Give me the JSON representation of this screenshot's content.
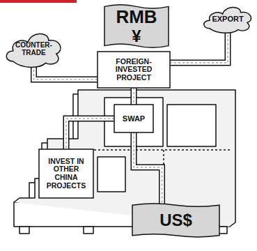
{
  "diagram": {
    "nodes": [
      {
        "text": [
          "RMB",
          "¥"
        ]
      },
      {
        "text": [
          "COUNTER-TRADE"
        ]
      },
      {
        "text": [
          "EXPORT"
        ]
      },
      {
        "text": [
          "FOREIGN-INVESTED PROJECT"
        ]
      },
      {
        "text": [
          "SWAP"
        ]
      },
      {
        "text": [
          "INVEST IN OTHER CHINA PROJECTS"
        ]
      },
      {
        "text": [
          "US$"
        ]
      }
    ],
    "edges": [
      {
        "from": 1,
        "to": 3,
        "arrow": "none"
      },
      {
        "from": 3,
        "to": 2,
        "arrow": "none"
      },
      {
        "from": 3,
        "to": 4,
        "arrow": "none"
      },
      {
        "from": 4,
        "to": 5,
        "arrow": "none"
      },
      {
        "from": 4,
        "to": 6,
        "arrow": "none"
      }
    ]
  }
}
